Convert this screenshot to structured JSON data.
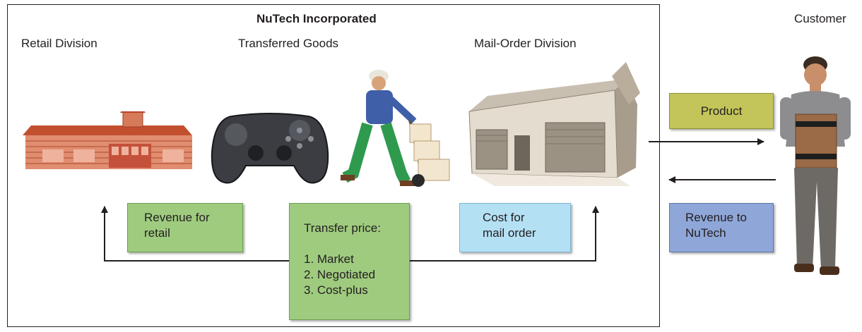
{
  "diagram": {
    "title": "NuTech Incorporated",
    "columns": {
      "retail": "Retail Division",
      "transferred": "Transferred Goods",
      "mail_order": "Mail-Order Division"
    },
    "customer": "Customer",
    "boxes": {
      "revenue_retail": {
        "text": "Revenue for\nretail",
        "color": "#9fcb7f"
      },
      "transfer_price": {
        "heading": "Transfer price:",
        "items": [
          "1.  Market",
          "2.  Negotiated",
          "3.  Cost-plus"
        ],
        "color": "#9fcb7f"
      },
      "cost_mail": {
        "text": "Cost for\nmail order",
        "color": "#b4e0f4"
      },
      "product": {
        "text": "Product",
        "color": "#c3c55a"
      },
      "revenue_nutech": {
        "text": "Revenue to\nNuTech",
        "color": "#8fa6d8"
      }
    }
  }
}
